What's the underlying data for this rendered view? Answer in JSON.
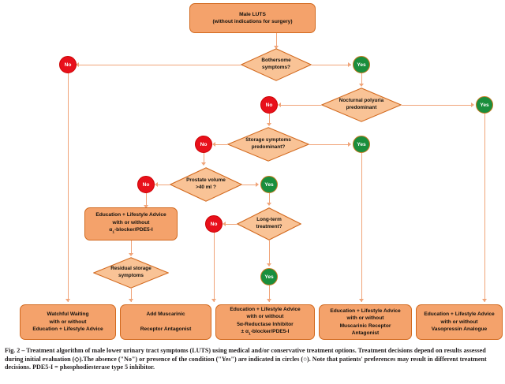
{
  "figure": {
    "caption": "Fig. 2 – Treatment algorithm of male lower urinary tract symptoms (LUTS) using medical and/or conservative treatment options. Treatment decisions depend on results assessed during initial evaluation (◇).The absence (\"No\") or presence of the condition (\"Yes\") are indicated in circles (○). Note that patients' preferences may result in different treatment decisions. PDE5-I = phosphodiesterase type 5 inhibitor."
  },
  "colors": {
    "node_fill": "#F4A26B",
    "node_fill_pale": "#FBD9B9",
    "node_border": "#D2691E",
    "connector": "#F0A479",
    "no_circle": "#E8101B",
    "yes_circle": "#1A8E3C"
  },
  "nodes": {
    "start": {
      "shape": "rounded-box",
      "line1": "Male LUTS",
      "line2": "(without indications for surgery)"
    },
    "d_bothersome": {
      "shape": "diamond",
      "line1": "Bothersome",
      "line2": "symptoms?"
    },
    "d_nocturnal": {
      "shape": "diamond",
      "line1": "Nocturnal polyuria",
      "line2": "predominant"
    },
    "d_storage": {
      "shape": "diamond",
      "line1": "Storage symptoms",
      "line2": "predominant?"
    },
    "d_prostate": {
      "shape": "diamond",
      "line1": "Prostate volume",
      "line2": ">40 ml ?"
    },
    "d_longterm": {
      "shape": "diamond",
      "line1": "Long-term",
      "line2": "treatment?"
    },
    "d_residual": {
      "shape": "diamond",
      "line1": "Residual storage",
      "line2": "symptoms"
    },
    "b_education_alpha": {
      "shape": "rounded-box",
      "line1": "Education + Lifestyle Advice",
      "line2": "with or without",
      "line3": "α1-blocker/PDE5-I"
    },
    "b_watchful": {
      "shape": "rounded-box",
      "line1": "Watchful Waiting",
      "line2": "with or without",
      "line3": "Education + Lifestyle Advice"
    },
    "b_muscarinic": {
      "shape": "rounded-box",
      "line1": "Add Muscarinic",
      "line2": "",
      "line3": "Receptor Antagonist"
    },
    "b_reductase": {
      "shape": "rounded-box",
      "line1": "Education + Lifestyle Advice",
      "line2": "with or without",
      "line3": "5α-Reductase Inhibitor",
      "line4": "± α1-blocker/PDE5-I"
    },
    "b_muscarinic_full": {
      "shape": "rounded-box",
      "line1": "Education + Lifestyle Advice",
      "line2": "with or without",
      "line3": "Muscarinic Receptor",
      "line4": "Antagonist"
    },
    "b_vasopressin": {
      "shape": "rounded-box",
      "line1": "Education + Lifestyle Advice",
      "line2": "with or without",
      "line3": "Vasopressin Analogue"
    }
  },
  "labels": {
    "no": "No",
    "yes": "Yes"
  }
}
